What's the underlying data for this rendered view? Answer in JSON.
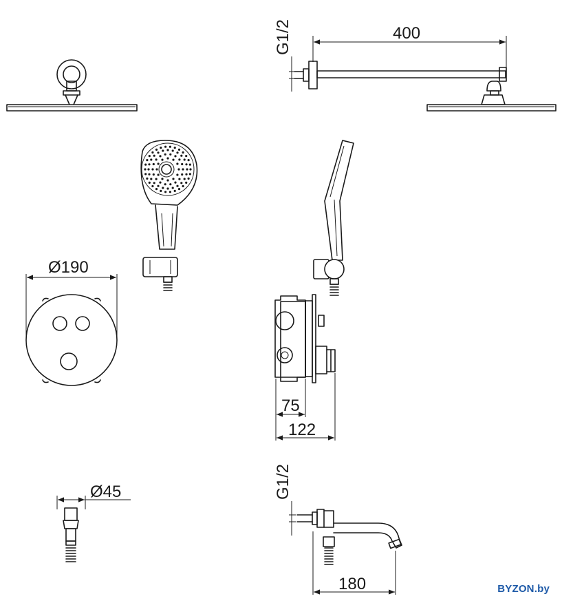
{
  "dimensions": {
    "arm_length": "400",
    "arm_thread": "G1/2",
    "head_diameter": "Ø190",
    "box_depth_inner": "75",
    "box_depth_total": "122",
    "holder_diameter": "Ø45",
    "spout_thread": "G1/2",
    "spout_length": "180"
  },
  "watermark": "BYZON.by"
}
